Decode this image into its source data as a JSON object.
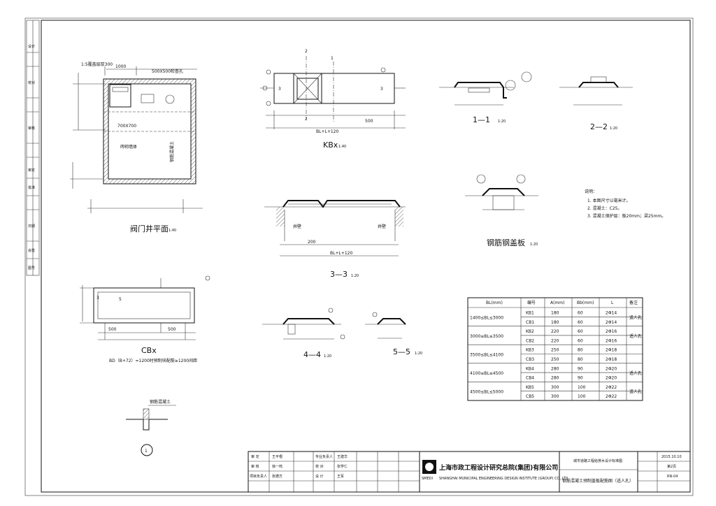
{
  "drawing": {
    "titles": {
      "plan": "阀门井平面",
      "kbx": "KBx",
      "sec11": "1—1",
      "sec22": "2—2",
      "sec33": "3—3",
      "sec44": "4—4",
      "sec55": "5—5",
      "cbx": "CBx",
      "steel": "钢筋钢盖板",
      "detail": "1"
    },
    "notes": {
      "heading": "说明：",
      "items": [
        "1. 本图尺寸以毫米计。",
        "2. 混凝土：C25。",
        "3. 混凝土保护层：板20mm；梁25mm。"
      ]
    },
    "labels": {
      "plan_top_note": "1:5覆盖层厚300",
      "plan_box": "500X500检查孔",
      "plan_d1": "1000",
      "plan_d2": "700X700",
      "plan_wall": "砖砌墙体",
      "plan_rebar": "钢筋混凝土",
      "kbx_dim": "BL+L+120",
      "kbx_500": "500",
      "sec33_dim": "BL+L+120",
      "sec33_200": "200",
      "sec33_lbl1": "井壁",
      "sec33_lbl2": "井壁",
      "cbx_note": "BD（B+72）=1200时预制块配筋≥1200间距",
      "detail_note": "钢筋混凝土",
      "scale_plan": "1:40",
      "scale_kbx": "1:40",
      "scale_20": "1:20"
    },
    "table": {
      "headers": [
        "BL(mm)",
        "编号",
        "A(mm)",
        "Bb(mm)",
        "L",
        "备注"
      ],
      "rows": [
        [
          "1400≤BL≤3000",
          "KB1",
          "180",
          "60",
          "2Φ14",
          "适人孔"
        ],
        [
          "",
          "CB1",
          "180",
          "60",
          "2Φ14",
          ""
        ],
        [
          "3000≤BL≤3500",
          "KB2",
          "220",
          "60",
          "2Φ16",
          "适人孔"
        ],
        [
          "",
          "CB2",
          "220",
          "60",
          "2Φ16",
          ""
        ],
        [
          "3500≤BL≤4100",
          "KB3",
          "250",
          "80",
          "2Φ18",
          ""
        ],
        [
          "",
          "CB3",
          "250",
          "80",
          "2Φ18",
          ""
        ],
        [
          "4100≤BL≤4500",
          "KB4",
          "280",
          "90",
          "2Φ20",
          "适人孔"
        ],
        [
          "",
          "CB4",
          "280",
          "90",
          "2Φ20",
          ""
        ],
        [
          "4500≤BL≤5000",
          "KB5",
          "300",
          "100",
          "2Φ22",
          "适人孔"
        ],
        [
          "",
          "CB5",
          "300",
          "100",
          "2Φ22",
          ""
        ]
      ]
    },
    "titleblock": {
      "company_cn": "上海市政工程设计研究总院(集团)有限公司",
      "company_en": "SHANGHAI MUNICIPAL ENGINEERING DESIGN INSTITUTE (GROUP) CO.,LTD",
      "logo_text": "SMEDI",
      "project": "城市道路工程给排水设计标准图",
      "drawing_name": "钢筋混凝土预制盖板配筋图（适人孔）",
      "date": "2015.10.10",
      "drawing_no": "RN-04",
      "sheet": "第2页",
      "roles": [
        "审 定",
        "审 核",
        "项目负责人",
        "专业负责人",
        "校 对",
        "设 计"
      ],
      "names": [
        "王平根",
        "徐一鸣",
        "张德方",
        "王建华",
        "张学仁",
        "王军"
      ],
      "side_labels": [
        "设计",
        "校对",
        "审核",
        "审定",
        "批准",
        "日期",
        "会签",
        "图号"
      ]
    }
  }
}
